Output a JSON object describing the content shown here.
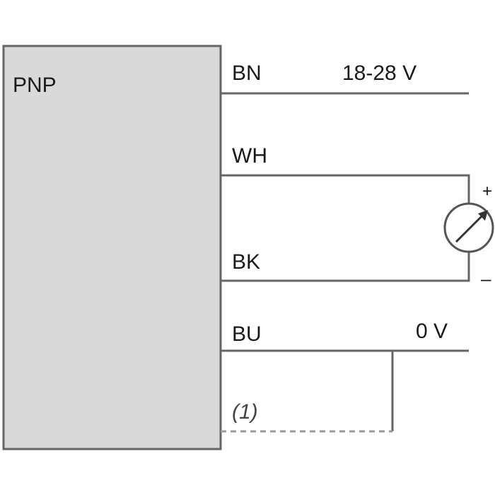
{
  "sensor": {
    "type_label": "PNP",
    "body_color": "#d9d9d9",
    "border_color": "#666666"
  },
  "wires": {
    "bn": {
      "label": "BN",
      "value": "18-28 V"
    },
    "wh": {
      "label": "WH"
    },
    "bk": {
      "label": "BK"
    },
    "bu": {
      "label": "BU",
      "value": "0 V"
    },
    "shield": {
      "label": "(1)"
    }
  },
  "meter": {
    "icon": "analog-meter-icon",
    "positive_symbol": "+",
    "negative_symbol": "–"
  }
}
